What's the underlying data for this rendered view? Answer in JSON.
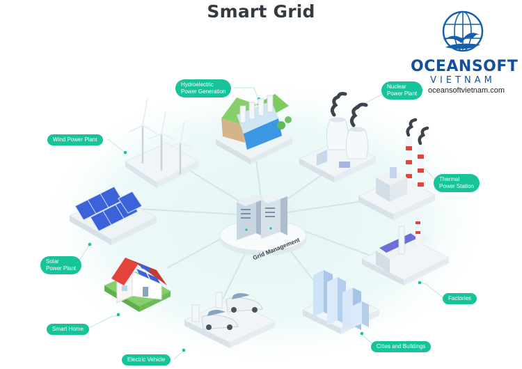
{
  "title": "Smart Grid",
  "logo": {
    "wordmark": "OCEANSOFT",
    "sub": "VIETNAM",
    "url": "oceansoftvietnam.com"
  },
  "hub": {
    "label": "Grid Management"
  },
  "nodes": {
    "hydro": {
      "line1": "Hydroelectric",
      "line2": "Power Generation"
    },
    "nuclear": {
      "line1": "Nuclear",
      "line2": "Power Plant"
    },
    "wind": {
      "line1": "Wind Power Plant"
    },
    "thermal": {
      "line1": "Thermal",
      "line2": "Power Station"
    },
    "solar": {
      "line1": "Solar",
      "line2": "Power Plant"
    },
    "factories": {
      "line1": "Factories"
    },
    "smart_home": {
      "line1": "Smart Home"
    },
    "cities": {
      "line1": "Cities and Buildings"
    },
    "ev": {
      "line1": "Electric Vehicle"
    }
  },
  "colors": {
    "accent": "#17c499",
    "brand": "#14509a",
    "title": "#333a40"
  }
}
